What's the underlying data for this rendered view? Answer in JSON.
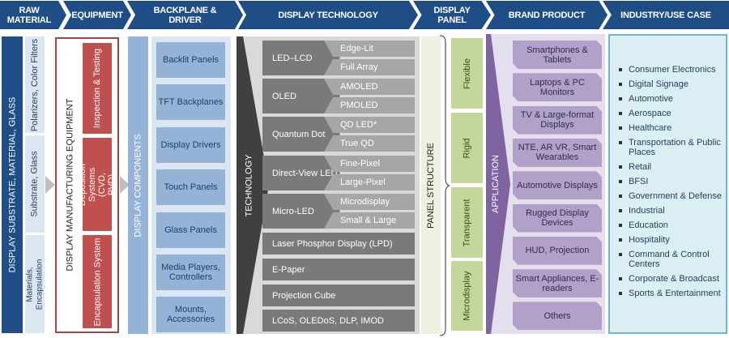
{
  "header": [
    "RAW MATERIAL",
    "EQUIPMENT",
    "BACKPLANE & DRIVER",
    "DISPLAY TECHNOLOGY",
    "DISPLAY PANEL",
    "BRAND PRODUCT",
    "INDUSTRY/USE CASE"
  ],
  "raw_material": {
    "title": "DISPLAY SUBSTRATE, MATERIAL, GLASS",
    "items": [
      "Polarizers, Color Filters",
      "Substrate, Glass",
      "Materials, Encapsulation"
    ]
  },
  "equipment": {
    "title": "DISPLAY MANUFACTURING EQUIPMENT",
    "items": [
      "Inspection & Testing",
      "Deposition Systems (CVD, PVD)",
      "Encapsulation System"
    ]
  },
  "backplane": {
    "title": "DISPLAY COMPONENTS",
    "items": [
      "Backlit Panels",
      "TFT Backplanes",
      "Display Drivers",
      "Touch Panels",
      "Glass Panels",
      "Media Players, Controllers",
      "Mounts, Accessories"
    ]
  },
  "technology": {
    "title": "TECHNOLOGY",
    "groups": [
      {
        "name": "LED–LCD",
        "subs": [
          "Edge-Lit",
          "Full Array"
        ]
      },
      {
        "name": "OLED",
        "subs": [
          "AMOLED",
          "PMOLED"
        ]
      },
      {
        "name": "Quantum Dot",
        "subs": [
          "QD LED*",
          "True QD"
        ]
      },
      {
        "name": "Direct-View LED",
        "subs": [
          "Fine-Pixel",
          "Large-Pixel"
        ]
      },
      {
        "name": "Micro-LED",
        "subs": [
          "Microdisplay",
          "Small & Large"
        ]
      }
    ],
    "singles": [
      "Laser Phosphor Display (LPD)",
      "E-Paper",
      "Projection Cube",
      "LCoS, OLEDoS, DLP, IMOD"
    ]
  },
  "panel": {
    "title": "PANEL STRUCTURE",
    "items": [
      "Flexible",
      "Rigid",
      "Transparent",
      "Microdisplay"
    ]
  },
  "brand": {
    "title": "APPLICATION",
    "items": [
      "Smartphones & Tablets",
      "Laptops & PC Monitors",
      "TV & Large-format Displays",
      "NTE, AR VR, Smart Wearables",
      "Automotive Displays",
      "Rugged Display Devices",
      "HUD, Projection",
      "Smart Appliances, E-readers",
      "Others"
    ]
  },
  "industry": [
    "Consumer Electronics",
    "Digital Signage",
    "Automotive",
    "Aerospace",
    "Healthcare",
    "Transportation & Public Places",
    "Retail",
    "BFSI",
    "Government & Defense",
    "Industrial",
    "Education",
    "Hospitality",
    "Command & Control Centers",
    "Corporate & Broadcast",
    "Sports & Entertainment"
  ]
}
